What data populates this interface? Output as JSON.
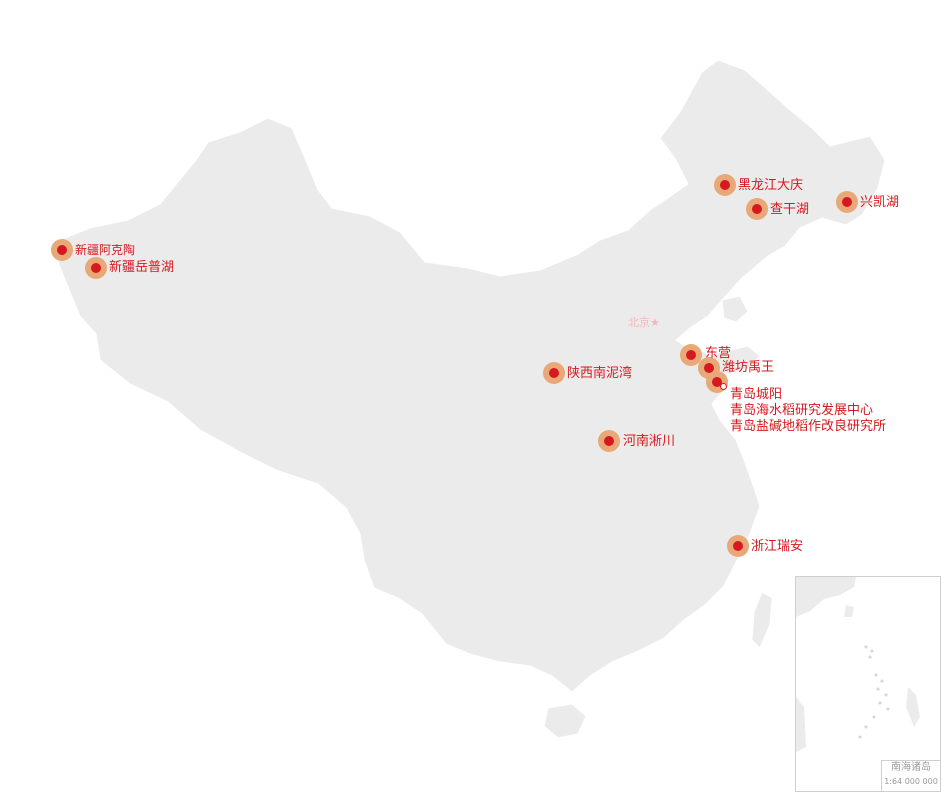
{
  "map": {
    "capital_label": "北京★",
    "sites": [
      {
        "id": "xinjiang-akto",
        "label": "新疆阿克陶"
      },
      {
        "id": "xinjiang-yuepuhu",
        "label": "新疆岳普湖"
      },
      {
        "id": "heilongjiang-daqing",
        "label": "黑龙江大庆"
      },
      {
        "id": "chaganhu",
        "label": "查干湖"
      },
      {
        "id": "xingkaihu",
        "label": "兴凯湖"
      },
      {
        "id": "dongying",
        "label": "东营"
      },
      {
        "id": "weifang-yuwang",
        "label": "潍坊禹王"
      },
      {
        "id": "shaanxi-nanniwan",
        "label": "陕西南泥湾"
      },
      {
        "id": "henan-xichuan",
        "label": "河南淅川"
      },
      {
        "id": "zhejiang-ruian",
        "label": "浙江瑞安"
      }
    ],
    "qingdao_labels": [
      "青岛城阳",
      "青岛海水稻研究发展中心",
      "青岛盐碱地稻作改良研究所"
    ],
    "inset": {
      "title": "南海诸岛",
      "scale": "1:64 000 000"
    },
    "colors": {
      "land": "#ebebeb",
      "marker_halo": "#e8a877",
      "marker_dot": "#d6181f",
      "label_text": "#d6181f",
      "capital_text": "#f3b8b8"
    }
  }
}
